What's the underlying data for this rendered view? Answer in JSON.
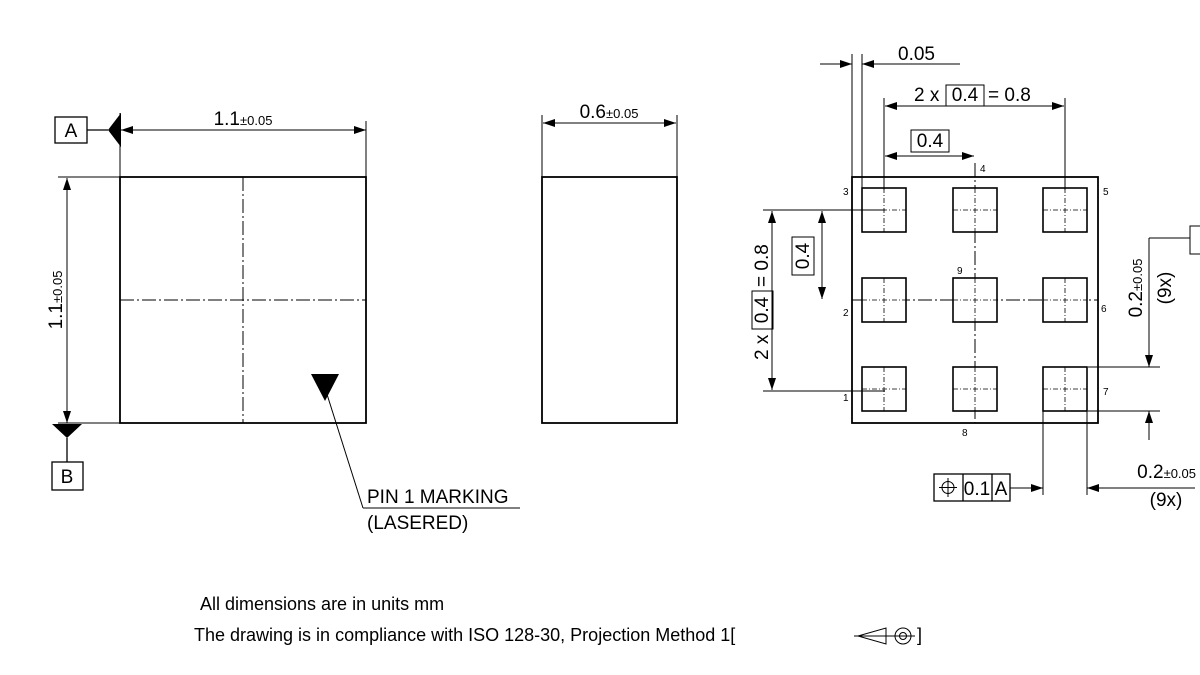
{
  "top_view": {
    "datum_a": "A",
    "datum_b": "B",
    "width_value": "1.1",
    "width_tol": "±0.05",
    "height_value": "1.1",
    "height_tol": "±0.05",
    "pin1_line1": "PIN 1 MARKING",
    "pin1_line2": "(LASERED)"
  },
  "side_view": {
    "thickness_value": "0.6",
    "thickness_tol": "±0.05"
  },
  "bottom_view": {
    "offset": "0.05",
    "pitch_total_prefix": "2 x",
    "pitch_total_box": "0.4",
    "pitch_total_suffix": "= 0.8",
    "pitch_box": "0.4",
    "pitch_v_box": "0.4",
    "pin_labels": [
      "1",
      "2",
      "3",
      "4",
      "5",
      "6",
      "7",
      "8",
      "9"
    ],
    "pad_v_value": "0.2",
    "pad_v_tol": "±0.05",
    "pad_v_count": "(9x)",
    "pad_h_value": "0.2",
    "pad_h_tol": "±0.05",
    "pad_h_count": "(9x)",
    "fcf_tolerance": "0.1",
    "fcf_datum": "A"
  },
  "notes": {
    "line1": "All dimensions are in units mm",
    "line2": "The drawing is in compliance with ISO 128-30, Projection Method 1[",
    "line2_end": "]"
  }
}
